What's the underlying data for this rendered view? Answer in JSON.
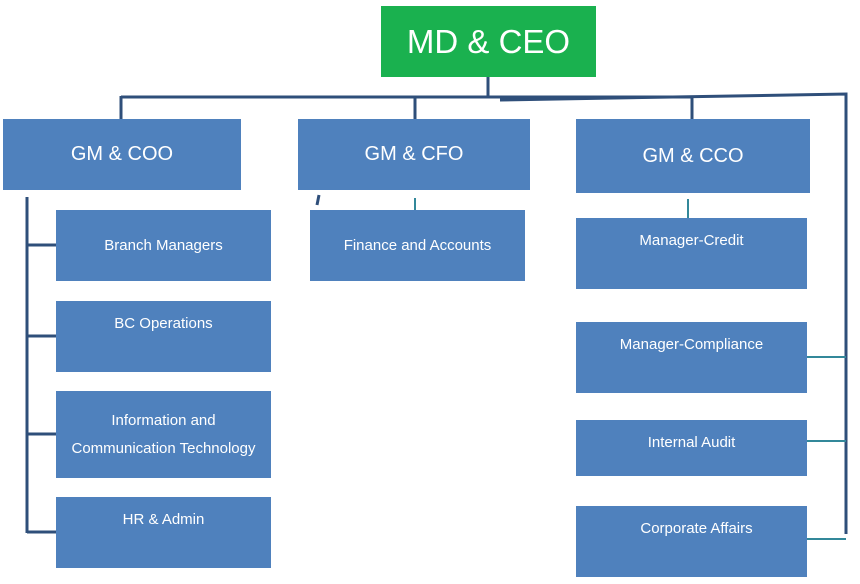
{
  "colors": {
    "ceo_fill": "#1ab14f",
    "node_fill": "#4f81bd",
    "line_dark": "#2f4f7a",
    "line_teal": "#33889a"
  },
  "root": {
    "label": "MD & CEO"
  },
  "gms": [
    {
      "label": "GM & COO",
      "reports": [
        "Branch Managers",
        "BC Operations",
        "Information and Communication Technology",
        "HR & Admin"
      ]
    },
    {
      "label": "GM & CFO",
      "reports": [
        "Finance and Accounts"
      ]
    },
    {
      "label": "GM & CCO",
      "reports": [
        "Manager-Credit"
      ]
    }
  ],
  "direct_reports": [
    "Manager-Compliance",
    "Internal Audit",
    "Corporate Affairs"
  ]
}
